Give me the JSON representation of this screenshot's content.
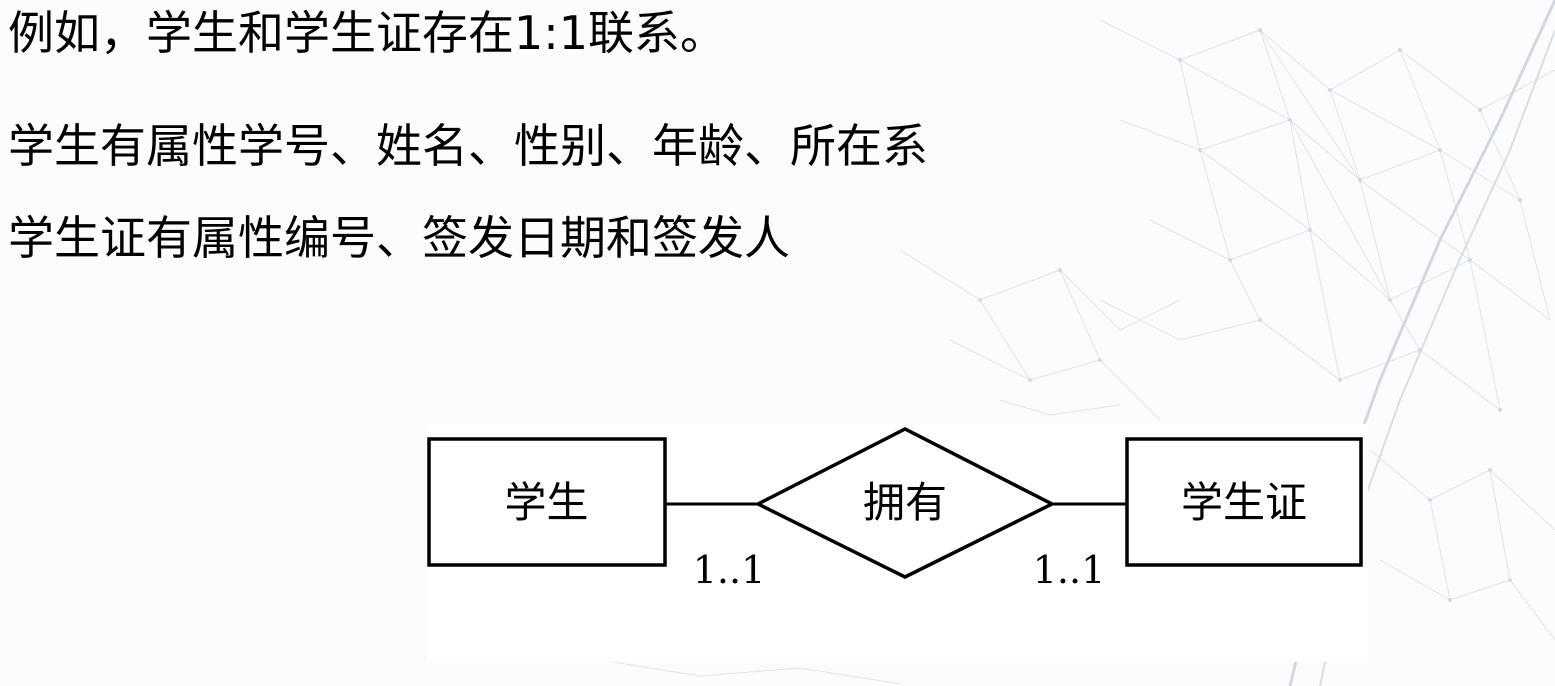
{
  "text": {
    "lines": [
      "例如，学生和学生证存在1:1联系。",
      "学生有属性学号、姓名、性别、年龄、所在系",
      "学生证有属性编号、签发日期和签发人"
    ]
  },
  "diagram": {
    "type": "er-diagram",
    "entities": [
      {
        "name": "学生",
        "position": "left"
      },
      {
        "name": "学生证",
        "position": "right"
      }
    ],
    "relationship": {
      "name": "拥有",
      "shape": "diamond"
    },
    "cardinalities": {
      "left": "1..1",
      "right": "1..1"
    }
  },
  "colors": {
    "text": "#000000",
    "stroke": "#000000",
    "panel": "#ffffff",
    "background": "#fbfcfd",
    "network": "#d9dee3"
  }
}
